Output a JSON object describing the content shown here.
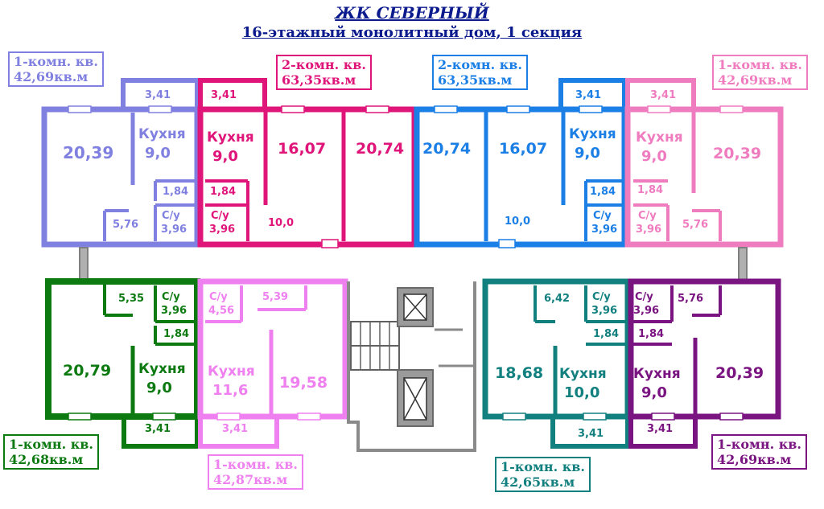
{
  "header": {
    "title": "ЖК СЕВЕРНЫЙ",
    "subtitle": "16-этажный монолитный дом, 1 секция"
  },
  "colors": {
    "slate": "#8080e0",
    "magenta": "#e0157a",
    "blue": "#1b7fe6",
    "pink": "#f07cc0",
    "green": "#0c7a10",
    "violet": "#ef80ef",
    "teal": "#138080",
    "purple": "#7a1480",
    "core": "#8a8a8a"
  },
  "apartments": [
    {
      "id": "top-left",
      "type": "1-комн. кв.",
      "area": "42,69кв.м",
      "rooms": {
        "living": "20,39",
        "kitchen_label": "Кухня",
        "kitchen": "9,0",
        "balcony": "3,41",
        "hall": "5,76",
        "bath_label": "С/у",
        "bath": "3,96",
        "wc": "1,84"
      }
    },
    {
      "id": "top-center-left",
      "type": "2-комн. кв.",
      "area": "63,35кв.м",
      "rooms": {
        "balcony": "3,41",
        "kitchen_label": "Кухня",
        "kitchen": "9,0",
        "room1": "16,07",
        "room2": "20,74",
        "wc": "1,84",
        "bath_label": "С/у",
        "bath": "3,96",
        "hall": "10,0"
      }
    },
    {
      "id": "top-center-right",
      "type": "2-комн. кв.",
      "area": "63,35кв.м",
      "rooms": {
        "room2": "20,74",
        "room1": "16,07",
        "kitchen_label": "Кухня",
        "kitchen": "9,0",
        "balcony": "3,41",
        "wc": "1,84",
        "bath_label": "С/у",
        "bath": "3,96",
        "hall": "10,0"
      }
    },
    {
      "id": "top-right",
      "type": "1-комн. кв.",
      "area": "42,69кв.м",
      "rooms": {
        "balcony": "3,41",
        "kitchen_label": "Кухня",
        "kitchen": "9,0",
        "living": "20,39",
        "wc": "1,84",
        "bath_label": "С/у",
        "bath": "3,96",
        "hall": "5,76"
      }
    },
    {
      "id": "bottom-left",
      "type": "1-комн. кв.",
      "area": "42,68кв.м",
      "rooms": {
        "hall": "5,35",
        "bath_label": "С/у",
        "bath": "3,96",
        "wc": "1,84",
        "living": "20,79",
        "kitchen_label": "Кухня",
        "kitchen": "9,0",
        "balcony": "3,41"
      }
    },
    {
      "id": "bottom-center-left",
      "type": "1-комн. кв.",
      "area": "42,87кв.м",
      "rooms": {
        "bath_label": "С/у",
        "bath": "4,56",
        "hall": "5,39",
        "kitchen_label": "Кухня",
        "kitchen": "11,6",
        "living": "19,58",
        "balcony": "3,41"
      }
    },
    {
      "id": "bottom-center-right",
      "type": "1-комн. кв.",
      "area": "42,65кв.м",
      "rooms": {
        "hall": "6,42",
        "bath_label": "С/у",
        "bath": "3,96",
        "wc": "1,84",
        "living": "18,68",
        "kitchen_label": "Кухня",
        "kitchen": "10,0",
        "balcony": "3,41"
      }
    },
    {
      "id": "bottom-right",
      "type": "1-комн. кв.",
      "area": "42,69кв.м",
      "rooms": {
        "bath_label": "С/у",
        "bath": "3,96",
        "hall": "5,76",
        "wc": "1,84",
        "kitchen_label": "Кухня",
        "kitchen": "9,0",
        "living": "20,39",
        "balcony": "3,41"
      }
    }
  ]
}
